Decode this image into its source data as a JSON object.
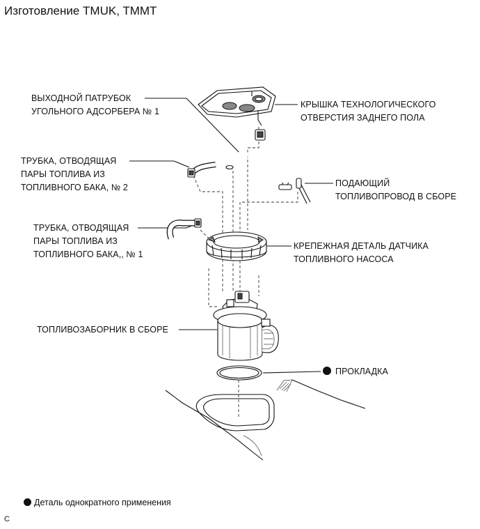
{
  "header": {
    "title": "Изготовление TMUK, TMMT"
  },
  "labels": {
    "canister_outlet": [
      "ВЫХОДНОЙ ПАТРУБОК",
      "УГОЛЬНОГО АДСОРБЕРА № 1"
    ],
    "service_cover": [
      "КРЫШКА ТЕХНОЛОГИЧЕСКОГО",
      "ОТВЕРСТИЯ ЗАДНЕГО ПОЛА"
    ],
    "vent_tube_2": [
      "ТРУБКА, ОТВОДЯЩАЯ",
      "ПАРЫ ТОПЛИВА ИЗ",
      "ТОПЛИВНОГО БАКА, № 2"
    ],
    "fuel_tube": [
      "ПОДАЮЩИЙ",
      "ТОПЛИВОПРОВОД В СБОРЕ"
    ],
    "vent_tube_1": [
      "ТРУБКА, ОТВОДЯЩАЯ",
      "ПАРЫ ТОПЛИВА ИЗ",
      "ТОПЛИВНОГО БАКА,, № 1"
    ],
    "retainer": [
      "КРЕПЕЖНАЯ ДЕТАЛЬ ДАТЧИКА",
      "ТОПЛИВНОГО НАСОСА"
    ],
    "suction_plate": [
      "ТОПЛИВОЗАБОРНИК В СБОРЕ"
    ],
    "gasket": [
      "ПРОКЛАДКА"
    ]
  },
  "legend": {
    "text": "Деталь однократного применения"
  },
  "corner_code": "C"
}
